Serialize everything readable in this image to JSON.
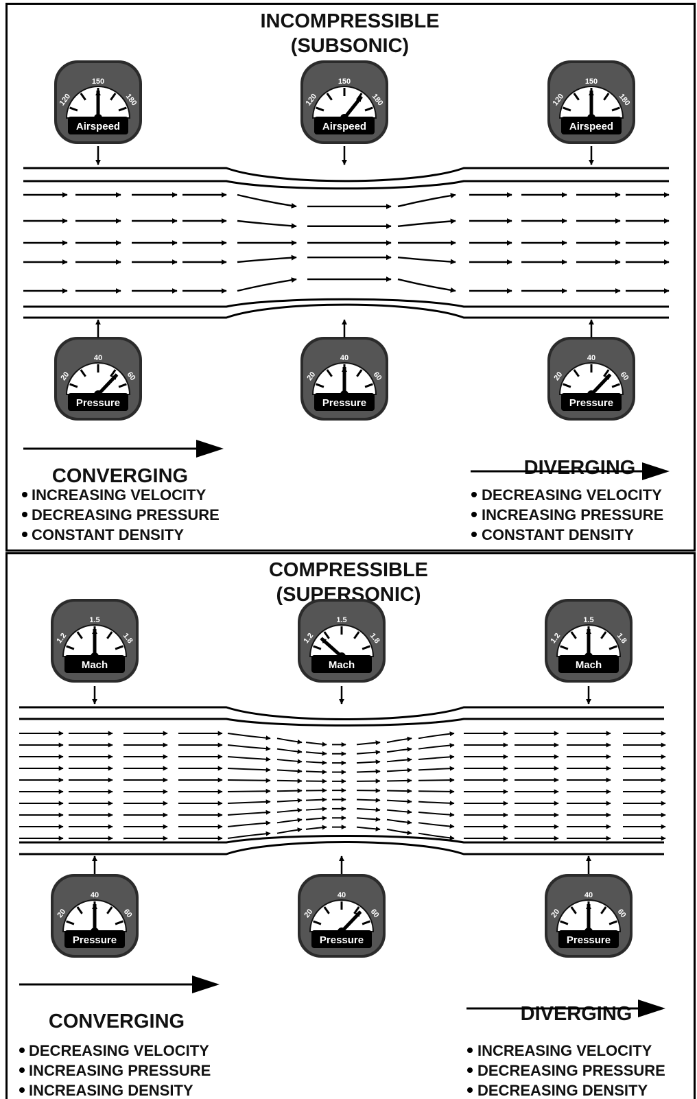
{
  "panels": [
    {
      "id": "incompressible",
      "title_line1": "INCOMPRESSIBLE",
      "title_line2": "(SUBSONIC)",
      "top_gauges": {
        "label": "Airspeed",
        "ticks": [
          "120",
          "150",
          "180"
        ],
        "readings": [
          150,
          170,
          150
        ]
      },
      "bottom_gauges": {
        "label": "Pressure",
        "ticks": [
          "20",
          "40",
          "60"
        ],
        "readings": [
          55,
          40,
          55
        ]
      },
      "converging": {
        "heading": "CONVERGING",
        "bullets": [
          "INCREASING VELOCITY",
          "DECREASING PRESSURE",
          "CONSTANT DENSITY"
        ]
      },
      "diverging": {
        "heading": "DIVERGING",
        "bullets": [
          "DECREASING VELOCITY",
          "INCREASING PRESSURE",
          "CONSTANT DENSITY"
        ]
      }
    },
    {
      "id": "compressible",
      "title_line1": "COMPRESSIBLE",
      "title_line2": "(SUPERSONIC)",
      "top_gauges": {
        "label": "Mach",
        "ticks": [
          "1.2",
          "1.5",
          "1.8"
        ],
        "readings": [
          1.5,
          1.25,
          1.5
        ]
      },
      "bottom_gauges": {
        "label": "Pressure",
        "ticks": [
          "20",
          "40",
          "60"
        ],
        "readings": [
          40,
          55,
          40
        ]
      },
      "converging": {
        "heading": "CONVERGING",
        "bullets": [
          "DECREASING VELOCITY",
          "INCREASING PRESSURE",
          "INCREASING DENSITY"
        ]
      },
      "diverging": {
        "heading": "DIVERGING",
        "bullets": [
          "INCREASING VELOCITY",
          "DECREASING PRESSURE",
          "DECREASING DENSITY"
        ]
      }
    }
  ]
}
